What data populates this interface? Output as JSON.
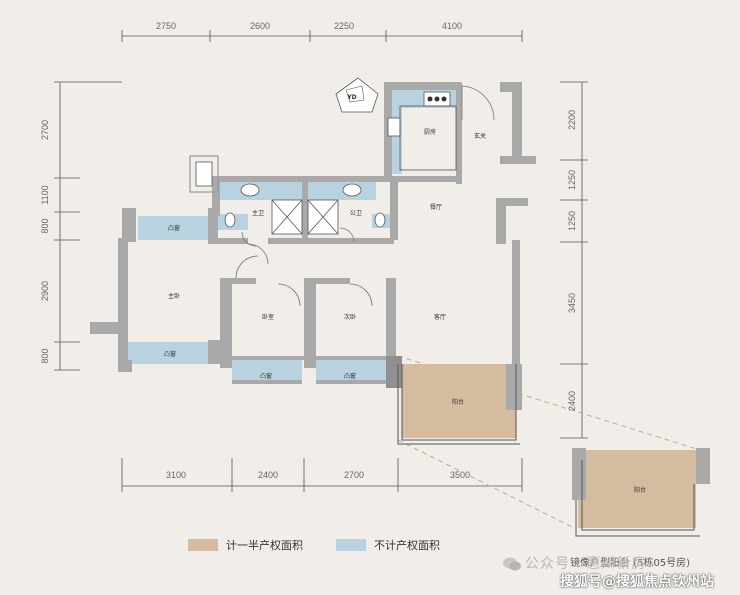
{
  "dimensions": {
    "top": [
      "2750",
      "2600",
      "2250",
      "4100"
    ],
    "bottom": [
      "3100",
      "2400",
      "2700",
      "3500"
    ],
    "left": [
      "2700",
      "1100",
      "800",
      "2900",
      "800"
    ],
    "right": [
      "2200",
      "1250",
      "1250",
      "3450",
      "2400"
    ]
  },
  "rooms": {
    "kitchen": "厨房",
    "entrance": "玄关",
    "yd": "YD",
    "master_bath": "主卫",
    "public_bath": "公卫",
    "dining": "餐厅",
    "living": "客厅",
    "master_bedroom": "主卧",
    "bedroom_a": "卧室",
    "bedroom_b": "次卧",
    "bay_window_1": "凸窗",
    "bay_window_2": "凸窗",
    "bay_window_3": "凸窗",
    "bay_window_4": "凸窗",
    "balcony": "阳台",
    "mirror_balcony": "阳台"
  },
  "mirror_caption": "镜像户型阳台 (5栋05号房)",
  "legend": [
    {
      "label": "计一半产权面积",
      "color": "#d5bba0"
    },
    {
      "label": "不计产权面积",
      "color": "#b9d2df"
    }
  ],
  "watermark": {
    "top": "公众号 · 惠州新房",
    "bottom": "搜狐号@搜狐焦点钦州站"
  },
  "colors": {
    "wall": "#a9a9a9",
    "half_area": "#d5bba0",
    "no_area": "#b9d2df",
    "background": "#f1ede9"
  }
}
